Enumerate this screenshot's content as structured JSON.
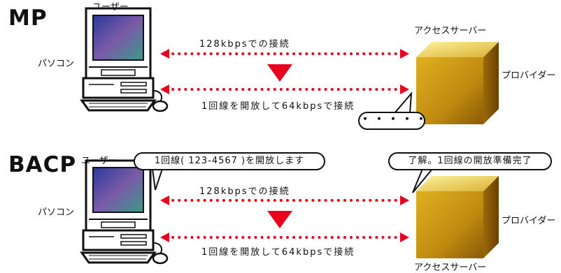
{
  "mp": {
    "heading": "MP",
    "user_label": "ユーザー",
    "pc_label": "パソコン",
    "server_label": "アクセスサーバー",
    "provider_label": "プロバイダー",
    "connection_top": "128kbpsでの接続",
    "connection_bottom": "1回線を開放して64kbpsで接続",
    "bubble_text": "・・・・・"
  },
  "bacp": {
    "heading": "BACP",
    "user_label": "ユーザー",
    "pc_label": "パソコン",
    "server_label": "アクセスサーバー",
    "provider_label": "プロバイダー",
    "connection_top": "128kbpsでの接続",
    "connection_bottom": "1回線を開放して64kbpsで接続",
    "user_bubble": "1回線( 123-4567 )を開放します",
    "provider_bubble": "了解。1回線の開放準備完了"
  },
  "colors": {
    "dotted_line": "#e8001c",
    "arrow_triangle": "#e8001c",
    "cube": "#c99a12",
    "monitor_screen": "#6a4fa0"
  },
  "icons": [
    "computer-icon",
    "server-cube-icon",
    "down-arrow-icon"
  ]
}
